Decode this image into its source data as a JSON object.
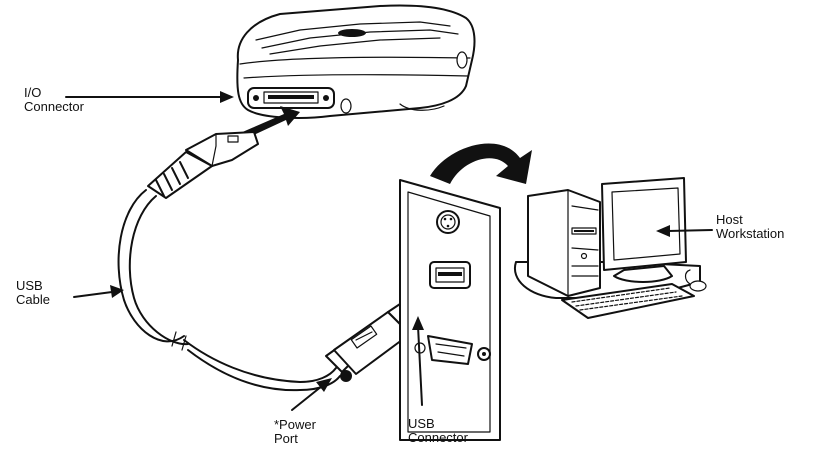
{
  "figure": {
    "type": "connection-diagram",
    "subject": "USB cable connecting handheld device to host workstation"
  },
  "labels": {
    "io_connector": {
      "line1": "I/O",
      "line2": "Connector"
    },
    "usb_cable": {
      "line1": "USB",
      "line2": "Cable"
    },
    "power_port": {
      "line1": "*Power",
      "line2": "Port"
    },
    "usb_connector": {
      "line1": "USB",
      "line2": "Connector"
    },
    "host_workstation": {
      "line1": "Host",
      "line2": "Workstation"
    }
  },
  "colors": {
    "ink": "#111111",
    "background": "#ffffff"
  }
}
